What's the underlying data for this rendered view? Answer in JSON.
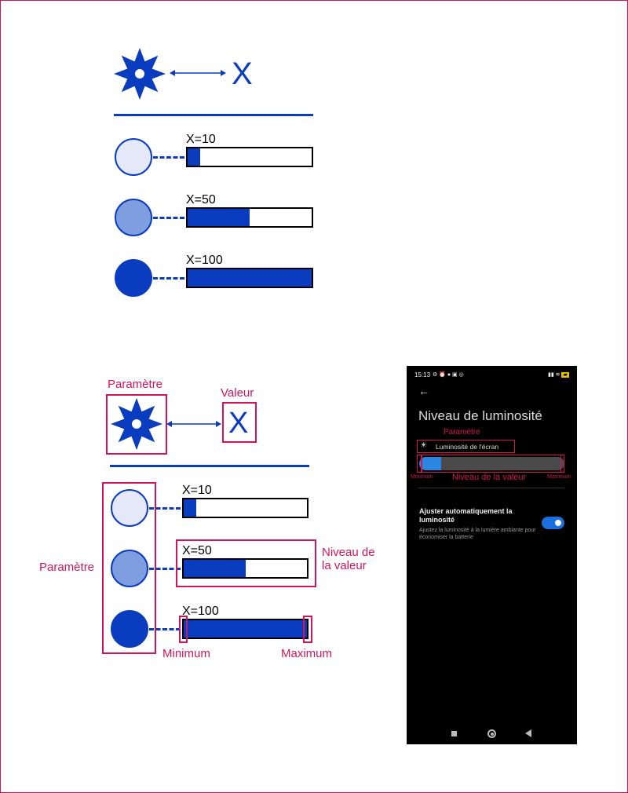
{
  "colors": {
    "accent": "#0a3cbf",
    "annotation": "#d4145a"
  },
  "top": {
    "value_symbol": "X",
    "rows": [
      {
        "label": "X=10",
        "value": 10,
        "circle": "#e5e8f8"
      },
      {
        "label": "X=50",
        "value": 50,
        "circle": "#7f9ee0"
      },
      {
        "label": "X=100",
        "value": 100,
        "circle": "#0a3cbf"
      }
    ]
  },
  "bottom": {
    "param_label": "Paramètre",
    "value_label": "Valeur",
    "value_symbol": "X",
    "rows": [
      {
        "label": "X=10",
        "value": 10,
        "circle": "#e5e8f8"
      },
      {
        "label": "X=50",
        "value": 50,
        "circle": "#7f9ee0"
      },
      {
        "label": "X=100",
        "value": 100,
        "circle": "#0a3cbf"
      }
    ],
    "side_param_label": "Paramètre",
    "level_label_1": "Niveau de",
    "level_label_2": "la valeur",
    "min_label": "Minimum",
    "max_label": "Maximum"
  },
  "phone": {
    "time": "15:13",
    "title": "Niveau de luminosité",
    "param_annot": "Paramètre",
    "setting_label": "Luminosité de l'écran",
    "brightness": 10,
    "min_annot": "Minimum",
    "level_annot": "Niveau de la valeur",
    "max_annot": "Maximum",
    "auto_title": "Ajuster automatiquement la luminosité",
    "auto_desc": "Ajustez la luminosité à la lumière ambiante pour économiser la batterie",
    "auto_on": true
  }
}
